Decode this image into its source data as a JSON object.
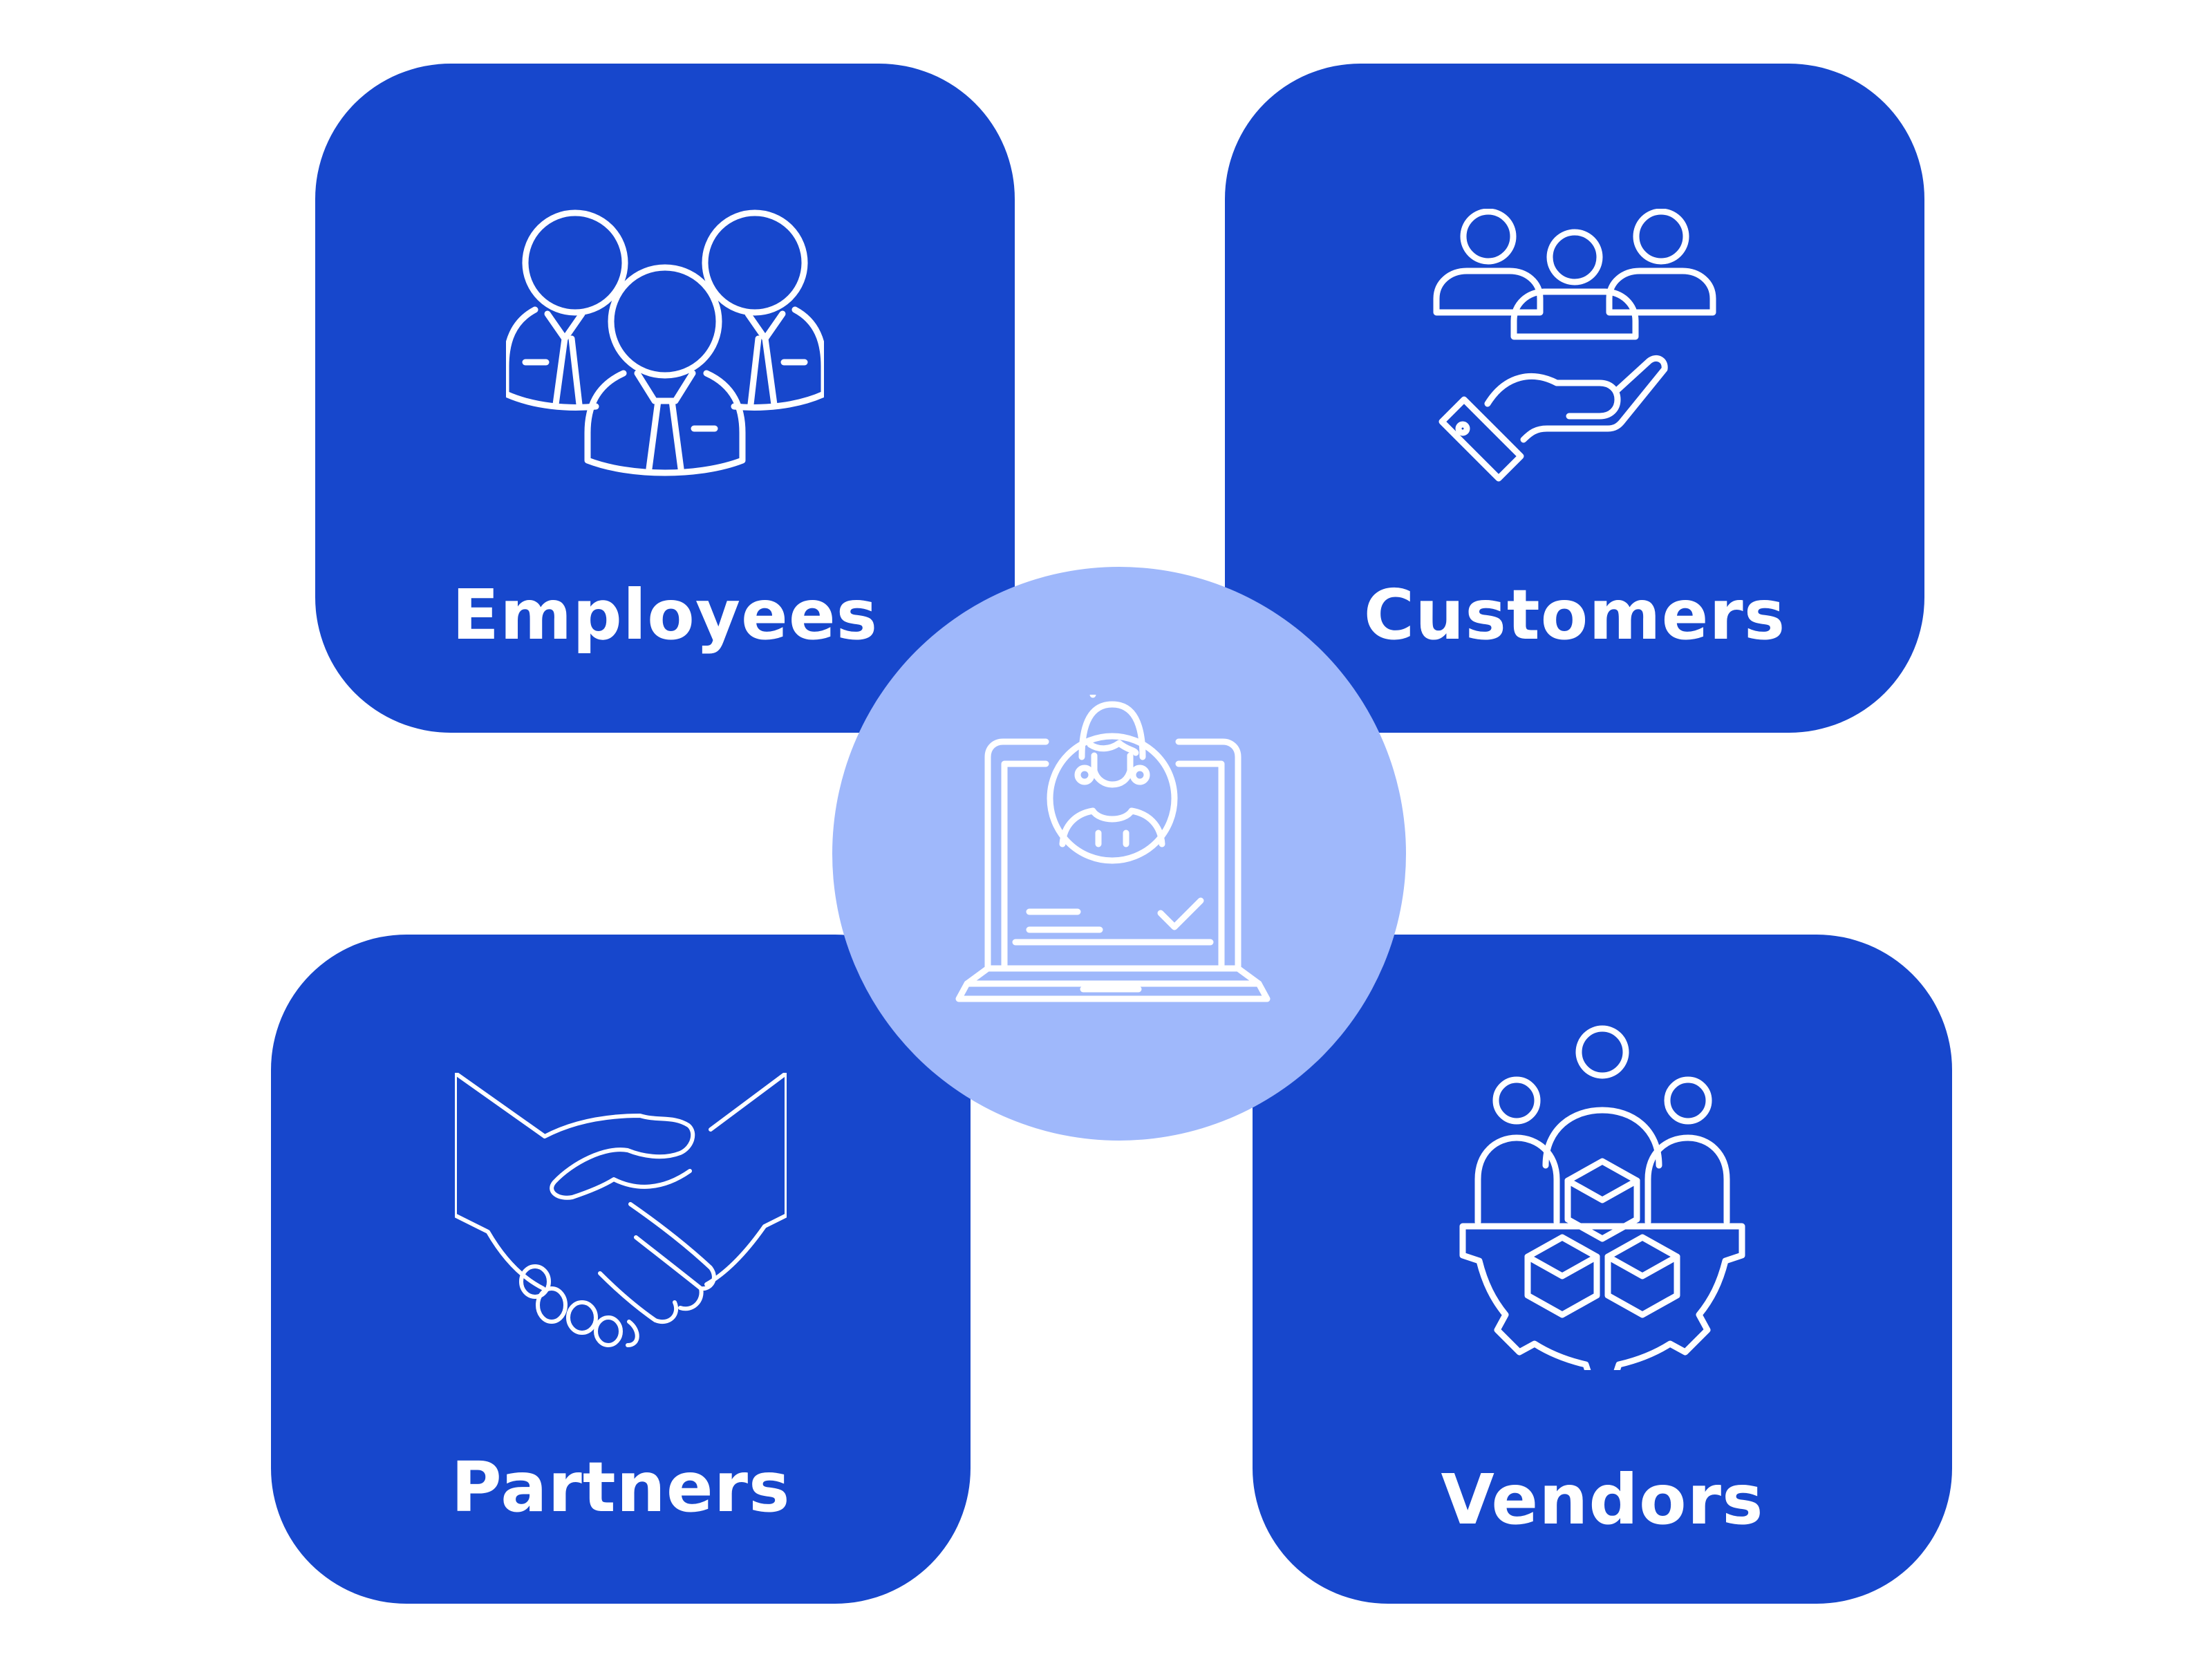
{
  "cards": {
    "employees": {
      "label": "Employees",
      "icon": "team-people-icon"
    },
    "customers": {
      "label": "Customers",
      "icon": "customer-care-hand-icon"
    },
    "partners": {
      "label": "Partners",
      "icon": "handshake-icon"
    },
    "vendors": {
      "label": "Vendors",
      "icon": "vendor-supply-gear-icon"
    }
  },
  "hub": {
    "icon": "laptop-user-verified-icon"
  },
  "colors": {
    "card": "#1747cc",
    "hub": "#9fb8fb",
    "icon": "#ffffff",
    "background": "#ffffff"
  }
}
